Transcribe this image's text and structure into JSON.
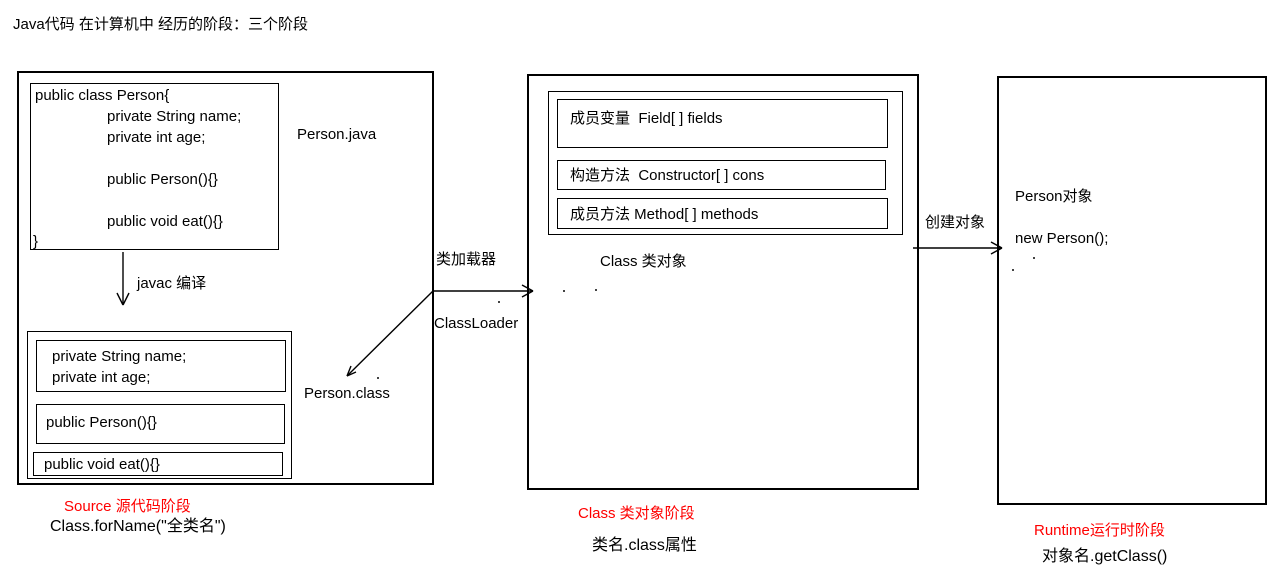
{
  "title": "Java代码 在计算机中 经历的阶段：三个阶段",
  "colors": {
    "stage_label_red": "#ff0000",
    "line_black": "#000000",
    "background": "#ffffff"
  },
  "source_stage": {
    "code_lines": [
      "public class Person{",
      "private String name;",
      "private int age;",
      "public Person(){}",
      "public void eat(){}",
      "}"
    ],
    "file_label": "Person.java",
    "compile_label": "javac 编译",
    "bytecode": {
      "fields_line1": "private String name;",
      "fields_line2": "private int age;",
      "constructor_line": "public Person(){}",
      "method_line": "public void eat(){}"
    },
    "class_file_label": "Person.class",
    "stage_label": "Source 源代码阶段",
    "api_label": "Class.forName(\"全类名\")"
  },
  "class_loader": {
    "label_cn": "类加载器",
    "label_en": "ClassLoader"
  },
  "class_stage": {
    "fields_row": "成员变量  Field[ ] fields",
    "constructors_row": "构造方法  Constructor[ ] cons",
    "methods_row": "成员方法 Method[ ] methods",
    "object_label": "Class 类对象",
    "stage_label": "Class 类对象阶段",
    "api_label": "类名.class属性"
  },
  "create_object_label": "创建对象",
  "runtime_stage": {
    "object_label": "Person对象",
    "code_line": "new Person();",
    "stage_label": "Runtime运行时阶段",
    "api_label": "对象名.getClass()"
  }
}
